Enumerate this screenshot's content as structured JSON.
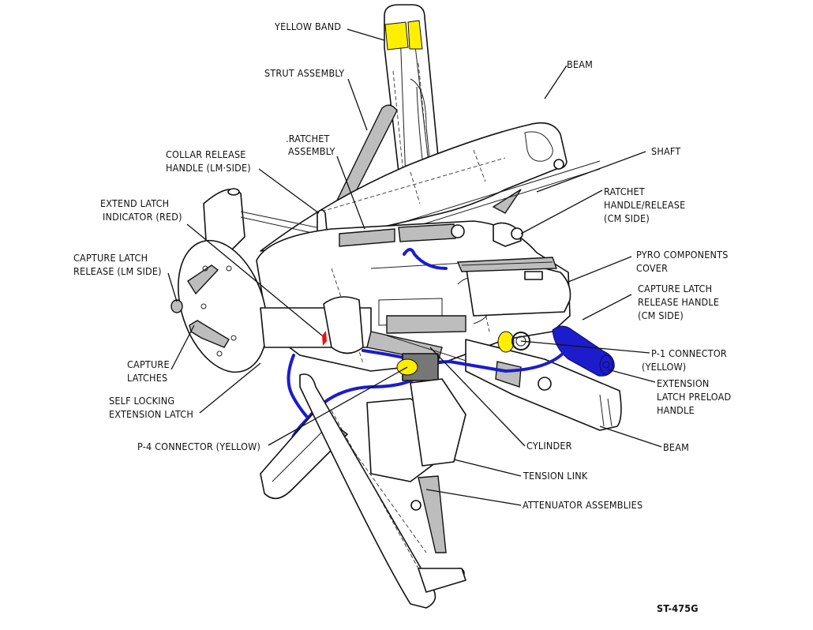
{
  "figure": {
    "title": "Apollo CM Docking Probe Assembly",
    "drawing_number": "ST-475G",
    "colors": {
      "yellow_band": "#ffee00",
      "connector_yellow": "#ffee00",
      "handle_blue": "#1c1ccc",
      "cable_blue": "#1c1ccc",
      "indicator_red": "#ee1111",
      "component_gray": "#bdbdbd"
    },
    "labels": {
      "yellow_band": [
        "YELLOW BAND"
      ],
      "strut_assembly": [
        "STRUT ASSEMBLY"
      ],
      "beam_top": [
        "BEAM"
      ],
      "ratchet_assembly": [
        ".RATCHET",
        "ASSEMBLY"
      ],
      "collar_release_handle": [
        "COLLAR RELEASE",
        "HANDLE (LM·SIDE)"
      ],
      "shaft": [
        "SHAFT"
      ],
      "extend_latch_indicator": [
        "EXTEND LATCH",
        "INDICATOR (RED)"
      ],
      "ratchet_handle_release": [
        "RATCHET",
        "HANDLE/RELEASE",
        "(CM SIDE)"
      ],
      "capture_latch_release_lm": [
        "CAPTURE LATCH",
        "RELEASE (LM SIDE)"
      ],
      "pyro_components_cover": [
        "PYRO COMPONENTS",
        "COVER"
      ],
      "capture_latch_release_handle_cm": [
        "CAPTURE LATCH",
        "RELEASE HANDLE",
        "(CM SIDE)"
      ],
      "capture_latches": [
        "CAPTURE",
        "LATCHES"
      ],
      "p1_connector": [
        "P-1 CONNECTOR",
        "(YELLOW)"
      ],
      "self_locking_extension_latch": [
        "SELF LOCKING",
        "EXTENSION LATCH"
      ],
      "extension_latch_preload_handle": [
        "EXTENSION",
        "LATCH PRELOAD",
        "HANDLE"
      ],
      "p4_connector": [
        "P-4 CONNECTOR (YELLOW)"
      ],
      "cylinder": [
        "CYLINDER"
      ],
      "beam_bottom": [
        "BEAM"
      ],
      "tension_link": [
        "TENSION LINK"
      ],
      "attenuator_assemblies": [
        "ATTENUATOR ASSEMBLIES"
      ]
    }
  }
}
